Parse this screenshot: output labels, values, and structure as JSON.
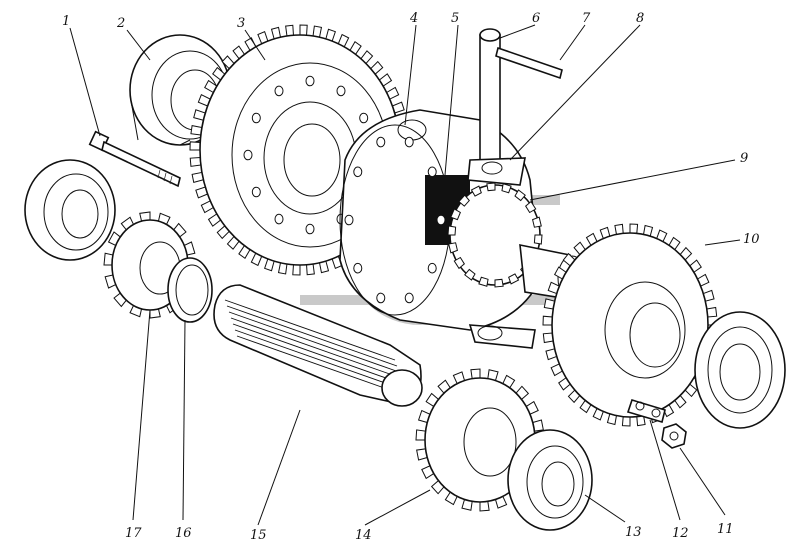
{
  "diagram": {
    "callouts": [
      {
        "id": "1",
        "text": "1"
      },
      {
        "id": "2",
        "text": "2"
      },
      {
        "id": "3",
        "text": "3"
      },
      {
        "id": "4",
        "text": "4"
      },
      {
        "id": "5",
        "text": "5"
      },
      {
        "id": "6",
        "text": "6"
      },
      {
        "id": "7",
        "text": "7"
      },
      {
        "id": "8",
        "text": "8"
      },
      {
        "id": "9",
        "text": "9"
      },
      {
        "id": "10",
        "text": "10"
      },
      {
        "id": "11",
        "text": "11"
      },
      {
        "id": "12",
        "text": "12"
      },
      {
        "id": "13",
        "text": "13"
      },
      {
        "id": "14",
        "text": "14"
      },
      {
        "id": "15",
        "text": "15"
      },
      {
        "id": "16",
        "text": "16"
      },
      {
        "id": "17",
        "text": "17"
      }
    ],
    "parts": [
      {
        "id": "bolt",
        "icon": "bolt-icon"
      },
      {
        "id": "bearing-upper-left",
        "icon": "bearing-icon"
      },
      {
        "id": "large-gear",
        "icon": "gear-icon"
      },
      {
        "id": "differential-housing",
        "icon": "housing-icon"
      },
      {
        "id": "t-pin",
        "icon": "pin-icon"
      },
      {
        "id": "lock-plate",
        "icon": "plate-icon"
      },
      {
        "id": "bevel-gear",
        "icon": "gear-icon"
      },
      {
        "id": "right-gear",
        "icon": "gear-icon"
      },
      {
        "id": "nut",
        "icon": "nut-icon"
      },
      {
        "id": "small-plate",
        "icon": "plate-icon"
      },
      {
        "id": "bearing-lower",
        "icon": "bearing-icon"
      },
      {
        "id": "small-gear",
        "icon": "gear-icon"
      },
      {
        "id": "splined-shaft",
        "icon": "shaft-icon"
      },
      {
        "id": "snap-ring",
        "icon": "ring-icon"
      },
      {
        "id": "spline-gear",
        "icon": "gear-icon"
      },
      {
        "id": "bearing-left",
        "icon": "bearing-icon"
      },
      {
        "id": "bearing-right",
        "icon": "bearing-icon"
      }
    ],
    "colors": {
      "ink": "#111111",
      "paper": "#ffffff",
      "watermark": "#c9c9c9"
    }
  }
}
